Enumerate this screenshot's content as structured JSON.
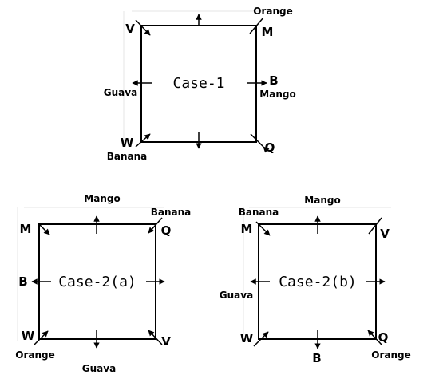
{
  "case1": {
    "title": "Case-1",
    "corners": {
      "tl": "V",
      "tr": "M",
      "bl": "W",
      "br": "Q"
    },
    "labels": {
      "top_right": "Orange",
      "left": "Guava",
      "right_letter": "B",
      "right": "Mango",
      "bottom_left": "Banana"
    }
  },
  "case2a": {
    "title": "Case-2(a)",
    "corners": {
      "tl": "M",
      "tr": "Q",
      "bl": "W",
      "br": "V"
    },
    "labels": {
      "top": "Mango",
      "top_right": "Banana",
      "left_letter": "B",
      "bottom_left": "Orange",
      "bottom": "Guava"
    }
  },
  "case2b": {
    "title": "Case-2(b)",
    "corners": {
      "tl": "M",
      "tr": "V",
      "bl": "W",
      "br": "Q"
    },
    "labels": {
      "top_left": "Banana",
      "top": "Mango",
      "left": "Guava",
      "bottom_letter": "B",
      "bottom_right": "Orange"
    }
  }
}
